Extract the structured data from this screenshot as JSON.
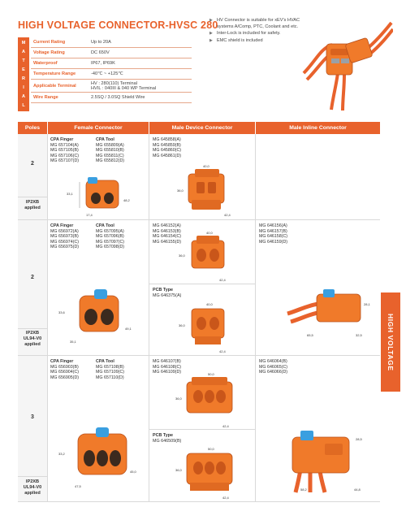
{
  "header": {
    "title": "HIGH VOLTAGE CONNECTOR-HVSC 280"
  },
  "material": {
    "side_letters": [
      "M",
      "A",
      "T",
      "E",
      "R",
      "I",
      "A",
      "L"
    ],
    "rows": [
      {
        "key": "Current Rating",
        "value": "Up to 20A"
      },
      {
        "key": "Voltage Rating",
        "value": "DC 650V"
      },
      {
        "key": "Waterproof",
        "value": "IP67, IP69K"
      },
      {
        "key": "Temperature Range",
        "value": "-40℃ ~ +125℃"
      },
      {
        "key": "Applicable Terminal",
        "value": "HV : 280(110) Terminal",
        "value2": "HVIL : 040III & 040 WP Terminal"
      },
      {
        "key": "Wire Range",
        "value": "2.5SQ / 3.0SQ Shield Wire"
      }
    ]
  },
  "features": [
    "HV Connector is suitable for xEV's HVAC systems A/Comp, PTC, Coolant and etc.",
    "Inter-Lock is included for safety.",
    "EMC shield is included"
  ],
  "table": {
    "headers": {
      "poles": "Poles",
      "female": "Female Connector",
      "male_device": "Male Device Connector",
      "male_inline": "Male Inline Connector"
    },
    "sections": [
      {
        "poles": "2",
        "label": [
          "IP2XB",
          "applied"
        ],
        "female_left": {
          "head": "CPA Finger",
          "parts": [
            "MG 657104(A)",
            "MG 657105(B)",
            "MG 657106(C)",
            "MG 657107(D)"
          ]
        },
        "female_right": {
          "head": "CPA Tool",
          "parts": [
            "MG 655809(A)",
            "MG 655810(B)",
            "MG 655811(C)",
            "MG 655812(D)"
          ]
        },
        "male_device": [
          "MG 645858(A)",
          "MG 645859(B)",
          "MG 645860(C)",
          "MG 645861(D)"
        ],
        "dims_female": [
          "33,1",
          "17,4",
          "48,2"
        ],
        "dims_device": [
          "40,0",
          "36,0",
          "42,4"
        ]
      },
      {
        "poles": "2",
        "label": [
          "IP2XB",
          "UL94-V0",
          "applied"
        ],
        "female_left": {
          "head": "CPA Finger",
          "parts": [
            "MG 656972(A)",
            "MG 656973(B)",
            "MG 656974(C)",
            "MG 656975(D)"
          ]
        },
        "female_right": {
          "head": "CPA Tool",
          "parts": [
            "MG 657095(A)",
            "MG 657096(B)",
            "MG 657097(C)",
            "MG 657098(D)"
          ]
        },
        "male_device": [
          "MG 646152(A)",
          "MG 646153(B)",
          "MG 646154(C)",
          "MG 646155(D)"
        ],
        "pcb_head": "PCB Type",
        "pcb_part": "MG 646375(A)",
        "male_inline": [
          "MG 646156(A)",
          "MG 646157(B)",
          "MG 646158(C)",
          "MG 646159(D)"
        ],
        "dims_female": [
          "33,6",
          "35,1",
          "49,1"
        ],
        "dims_device": [
          "40,0",
          "36,0",
          "42,4"
        ],
        "dims_pcb": [
          "40,0",
          "36,0",
          "42,4"
        ],
        "dims_inline": [
          "28,1",
          "65,5",
          "32,5"
        ]
      },
      {
        "poles": "3",
        "label": [
          "IP2XB",
          "UL94-V0",
          "applied"
        ],
        "female_left": {
          "head": "CPA Finger",
          "parts": [
            "MG 656903(B)",
            "MG 656904(C)",
            "MG 656905(D)"
          ]
        },
        "female_right": {
          "head": "CPA Tool",
          "parts": [
            "MG 657108(B)",
            "MG 657109(C)",
            "MG 657110(D)"
          ]
        },
        "male_device": [
          "MG 646107(B)",
          "MG 646108(C)",
          "MG 646109(D)"
        ],
        "pcb_head": "PCB Type",
        "pcb_part": "MG 646509(B)",
        "male_inline": [
          "MG 646064(B)",
          "MG 646065(C)",
          "MG 646066(D)"
        ],
        "dims_female": [
          "33,2",
          "47,5",
          "45,0"
        ],
        "dims_device": [
          "50,0",
          "36,0",
          "42,4"
        ],
        "dims_pcb": [
          "50,0",
          "36,0",
          "42,4"
        ],
        "dims_inline": [
          "28,5",
          "58,2",
          "44,8"
        ]
      }
    ]
  },
  "side_tab": "HIGH VOLTAGE",
  "colors": {
    "accent": "#e8622c",
    "connector": "#f07a2a",
    "latch": "#3a9fe0"
  }
}
